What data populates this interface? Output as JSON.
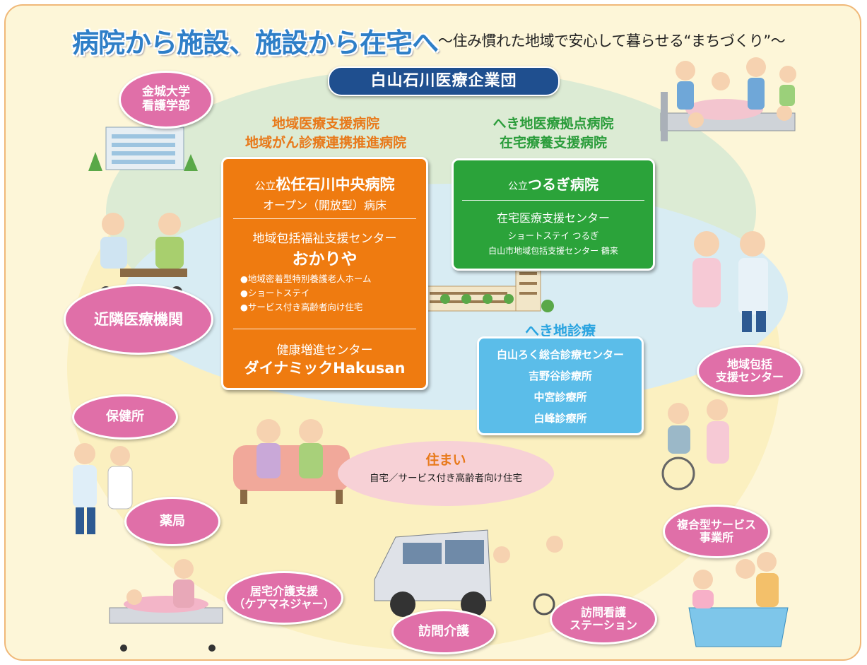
{
  "title": {
    "main": "病院から施設、施設から在宅へ",
    "sub": "～住み慣れた地域で安心して暮らせる“まちづくり”～"
  },
  "group_name": "白山石川医療企業団",
  "orange": {
    "roles": [
      "地域医療支援病院",
      "地域がん診療連携推進病院"
    ],
    "hospital_prefix": "公立",
    "hospital_name": "松任石川中央病院",
    "hospital_note": "オープン（開放型）病床",
    "center_label": "地域包括福祉支援センター",
    "center_name": "おかりや",
    "bullets": [
      "●地域密着型特別養護老人ホーム",
      "●ショートステイ",
      "●サービス付き高齢者向け住宅"
    ],
    "health_label": "健康増進センター",
    "health_name": "ダイナミックHakusan"
  },
  "green": {
    "roles": [
      "へき地医療拠点病院",
      "在宅療養支援病院"
    ],
    "hospital_prefix": "公立",
    "hospital_name": "つるぎ病院",
    "center": "在宅医療支援センター",
    "short_stay": "ショートステイ つるぎ",
    "regional_center": "白山市地域包括支援センター 鶴来"
  },
  "blue": {
    "role": "へき地診療",
    "clinics": [
      "白山ろく総合診療センター",
      "吉野谷診療所",
      "中宮診療所",
      "白峰診療所"
    ]
  },
  "housing": {
    "title": "住まい",
    "detail": "自宅／サービス付き高齢者向け住宅"
  },
  "nodes": {
    "university": [
      "金城大学",
      "看護学部"
    ],
    "nearby": "近隣医療機関",
    "health_center": "保健所",
    "pharmacy": "薬局",
    "care_manager": [
      "居宅介護支援",
      "（ケアマネジャー）"
    ],
    "home_care": "訪問介護",
    "nursing_station": [
      "訪問看護",
      "ステーション"
    ],
    "multi_service": [
      "複合型サービス",
      "事業所"
    ],
    "regional_support": [
      "地域包括",
      "支援センター"
    ]
  },
  "colors": {
    "title_blue": "#2f7fc8",
    "group_navy": "#1f4f8f",
    "orange": "#ef7b10",
    "green": "#2ba33a",
    "light_blue": "#5bbde9",
    "pink": "#e06fa8",
    "housing_pink": "#f7d1d6",
    "background": "#fdf6d8"
  }
}
